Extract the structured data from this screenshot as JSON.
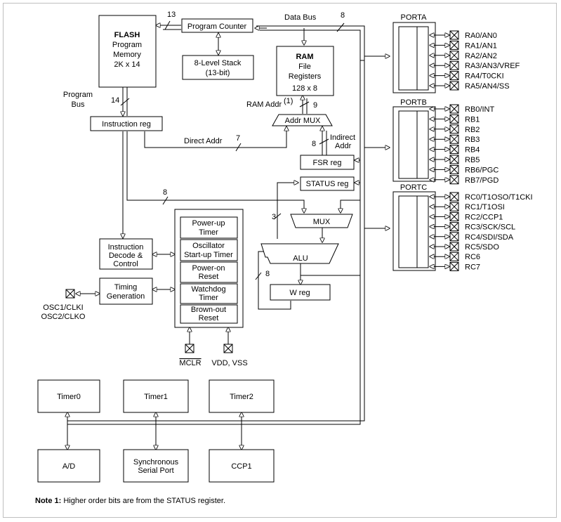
{
  "blocks": {
    "flash": {
      "title": "FLASH",
      "line1": "Program",
      "line2": "Memory",
      "line3": "2K x 14"
    },
    "program_counter": "Program Counter",
    "stack": {
      "line1": "8-Level Stack",
      "line2": "(13-bit)"
    },
    "ram": {
      "title": "RAM",
      "line1": "File",
      "line2": "Registers",
      "line3": "128 x 8"
    },
    "instruction_reg": "Instruction reg",
    "addr_mux": "Addr MUX",
    "fsr_reg": "FSR reg",
    "status_reg": "STATUS reg",
    "mux": "MUX",
    "alu": "ALU",
    "w_reg": "W reg",
    "instruction_decode": {
      "line1": "Instruction",
      "line2": "Decode &",
      "line3": "Control"
    },
    "timing_generation": {
      "line1": "Timing",
      "line2": "Generation"
    },
    "power_up_timer": {
      "line1": "Power-up",
      "line2": "Timer"
    },
    "oscillator_startup_timer": {
      "line1": "Oscillator",
      "line2": "Start-up Timer"
    },
    "power_on_reset": {
      "line1": "Power-on",
      "line2": "Reset"
    },
    "watchdog_timer": {
      "line1": "Watchdog",
      "line2": "Timer"
    },
    "brown_out_reset": {
      "line1": "Brown-out",
      "line2": "Reset"
    },
    "timer0": "Timer0",
    "timer1": "Timer1",
    "timer2": "Timer2",
    "ad": "A/D",
    "ssp": {
      "line1": "Synchronous",
      "line2": "Serial Port"
    },
    "ccp1": "CCP1"
  },
  "labels": {
    "data_bus": "Data Bus",
    "data_bus_width": "8",
    "pc_width": "13",
    "program_bus": {
      "line1": "Program",
      "line2": "Bus"
    },
    "program_bus_width": "14",
    "ram_addr": "RAM Addr",
    "ram_addr_note": "(1)",
    "ram_addr_width": "9",
    "direct_addr": "Direct Addr",
    "direct_addr_width": "7",
    "indirect_addr": {
      "line1": "Indirect",
      "line2": "Addr"
    },
    "indirect_width": "8",
    "ir_bus_width": "8",
    "status_mux_width": "3",
    "alu_w_width": "8",
    "osc": {
      "line1": "OSC1/CLKI",
      "line2": "OSC2/CLKO"
    },
    "mclr": "MCLR",
    "vdd_vss": "VDD, VSS"
  },
  "ports": {
    "porta": {
      "name": "PORTA",
      "pins": [
        "RA0/AN0",
        "RA1/AN1",
        "RA2/AN2",
        "RA3/AN3/VREF",
        "RA4/T0CKI",
        "RA5/AN4/SS"
      ]
    },
    "portb": {
      "name": "PORTB",
      "pins": [
        "RB0/INT",
        "RB1",
        "RB2",
        "RB3",
        "RB4",
        "RB5",
        "RB6/PGC",
        "RB7/PGD"
      ]
    },
    "portc": {
      "name": "PORTC",
      "pins": [
        "RC0/T1OSO/T1CKI",
        "RC1/T1OSI",
        "RC2/CCP1",
        "RC3/SCK/SCL",
        "RC4/SDI/SDA",
        "RC5/SDO",
        "RC6",
        "RC7"
      ]
    }
  },
  "note": {
    "label": "Note 1:",
    "text": "Higher order bits are from the STATUS register."
  }
}
